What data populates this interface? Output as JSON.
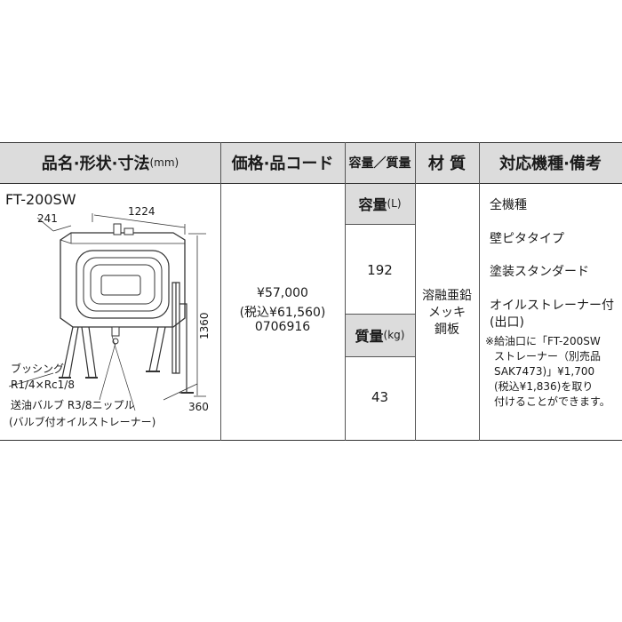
{
  "headers": {
    "product": "品名·形状·寸法",
    "product_unit": "(mm)",
    "price": "価格·品コード",
    "capacity_weight": "容量／質量",
    "material": "材 質",
    "compat": "対応機種·備考"
  },
  "product": {
    "model": "FT-200SW",
    "dims": {
      "d241": "241",
      "d1224": "1224",
      "d1360": "1360",
      "d360": "360"
    },
    "labels": {
      "bushing": "ブッシング",
      "bushing_spec": "R1/4×Rc1/8",
      "valve": "送油バルブ R3/8ニップル",
      "valve_note": "(バルブ付オイルストレーナー)"
    }
  },
  "price": {
    "price": "¥57,000",
    "tax_price": "(税込¥61,560)",
    "code": "0706916"
  },
  "capacity": {
    "label": "容量",
    "unit": "(L)",
    "value": "192"
  },
  "weight": {
    "label": "質量",
    "unit": "(kg)",
    "value": "43"
  },
  "material": {
    "line1": "溶融亜鉛",
    "line2": "メッキ",
    "line3": "鋼板"
  },
  "compat": {
    "item1": "全機種",
    "item2": "壁ピタタイプ",
    "item3": "塗装スタンダード",
    "item4a": "オイルストレーナー付",
    "item4b": "(出口)",
    "note1": "※給油口に「FT-200SW",
    "note2": "ストレーナー（別売品",
    "note3": "SAK7473)」¥1,700",
    "note4": "(税込¥1,836)を取り",
    "note5": "付けることができます。"
  }
}
